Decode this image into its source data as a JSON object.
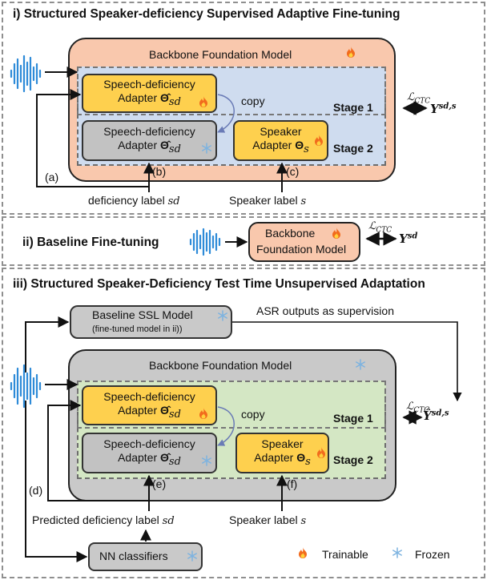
{
  "section1": {
    "title": "i) Structured Speaker-deficiency Supervised Adaptive Fine-tuning",
    "backbone_label": "Backbone Foundation Model",
    "adapter_sd_trainable": {
      "line1": "Speech-deficiency",
      "line2": "Adapter"
    },
    "adapter_sd_frozen": {
      "line1": "Speech-deficiency",
      "line2": "Adapter"
    },
    "adapter_s": {
      "line1": "Speaker",
      "line2": "Adapter"
    },
    "copy": "copy",
    "stage1": "Stage 1",
    "stage2": "Stage 2",
    "label_a": "(a)",
    "label_b": "(b)",
    "label_c": "(c)",
    "deficiency_label": "deficiency label",
    "speaker_label": "Speaker label",
    "loss": "CTC",
    "output": "Y"
  },
  "section2": {
    "title": "ii) Baseline Fine-tuning",
    "backbone_line1": "Backbone",
    "backbone_line2": "Foundation Model",
    "loss": "CTC",
    "output": "Y"
  },
  "section3": {
    "title": "iii) Structured Speaker-Deficiency Test Time Unsupervised Adaptation",
    "baseline_ssl": "Baseline  SSL Model",
    "baseline_ssl_sub": "(fine-tuned model in ii))",
    "asr_supervision": "ASR outputs as supervision",
    "backbone_label": "Backbone Foundation Model",
    "adapter_sd_trainable": {
      "line1": "Speech-deficiency",
      "line2": "Adapter"
    },
    "adapter_sd_frozen": {
      "line1": "Speech-deficiency",
      "line2": "Adapter"
    },
    "adapter_s": {
      "line1": "Speaker",
      "line2": "Adapter"
    },
    "copy": "copy",
    "stage1": "Stage 1",
    "stage2": "Stage 2",
    "label_d": "(d)",
    "label_e": "(e)",
    "label_f": "(f)",
    "predicted_label": "Predicted deficiency label",
    "speaker_label": "Speaker label",
    "nn_classifiers": "NN classifiers",
    "loss": "CTC",
    "output": "Y"
  },
  "legend": {
    "trainable": "Trainable",
    "frozen": "Frozen"
  },
  "math": {
    "theta": "Θ",
    "sub_sd": "sd",
    "sub_s": "s",
    "sup_sds": "sd,s",
    "sup_sd": "sd",
    "sd_var": "sd",
    "s_var": "s",
    "loss_L": "ℒ"
  },
  "colors": {
    "adapter_yellow": "#fed04e",
    "adapter_gray": "#c2c2c2",
    "backbone_peach": "#f9c8ad",
    "backbone_gray": "#c9c9c9",
    "stage_blue": "#cfdcef",
    "stage_green": "#d4e7c4",
    "wave_blue": "#2e8bd8",
    "fire": "#f26b1d",
    "snow": "#7db3e0"
  }
}
